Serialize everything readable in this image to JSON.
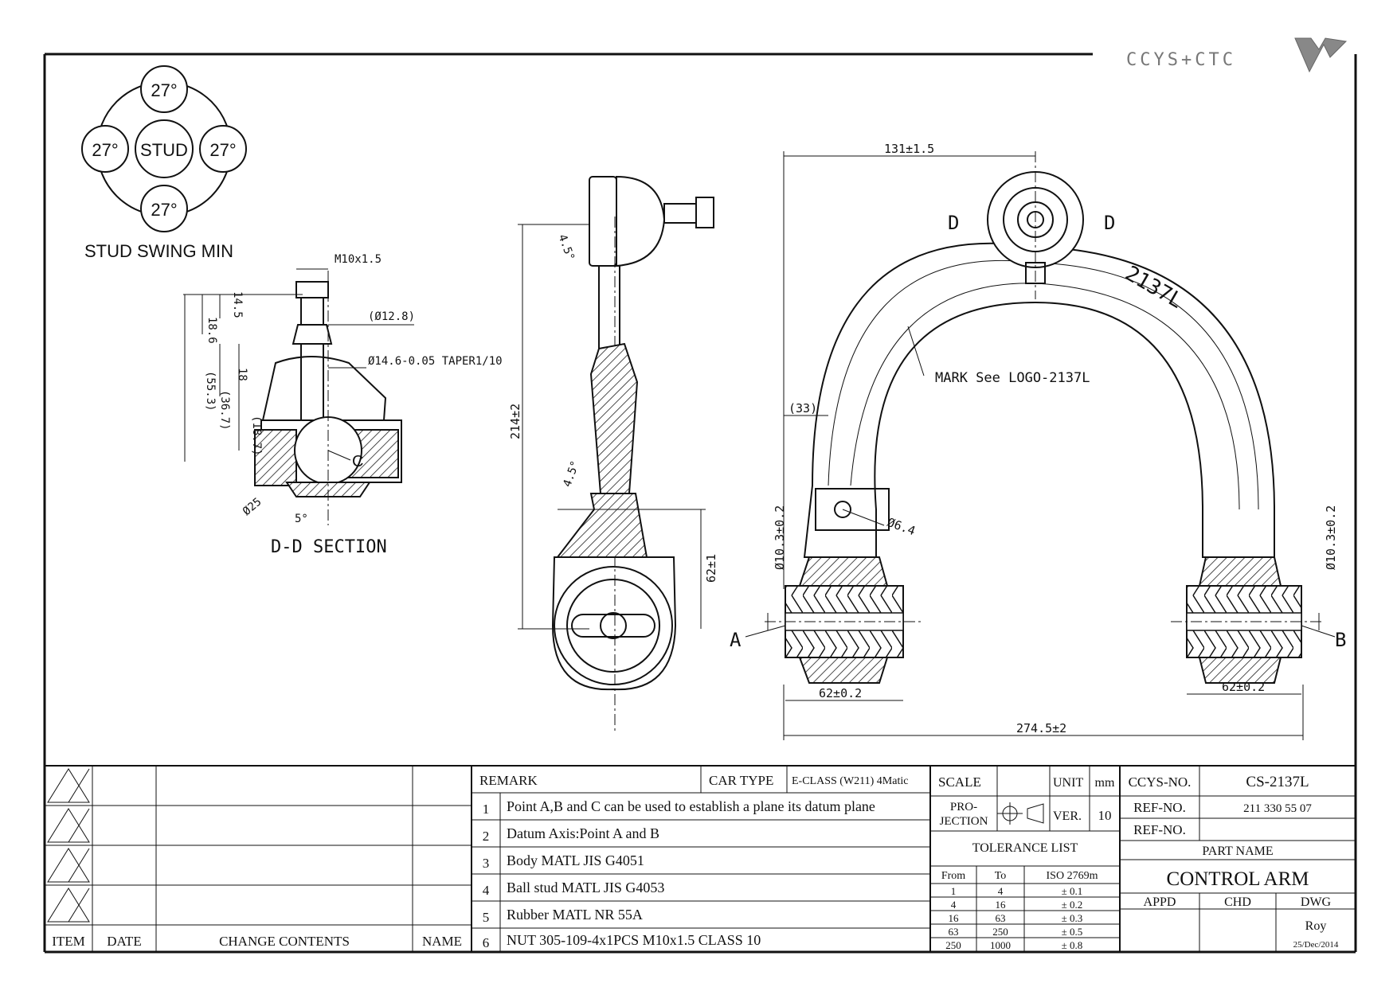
{
  "header": {
    "brand": "CCYS+CTC"
  },
  "stud_swing": {
    "center": "STUD",
    "angles": [
      "27°",
      "27°",
      "27°",
      "27°"
    ],
    "caption": "STUD SWING MIN"
  },
  "section_view": {
    "thread": "M10x1.5",
    "dims": [
      "14.5",
      "18.6",
      "(55.3)",
      "18",
      "(36.7)",
      "(18.7)",
      "(Ø12.8)",
      "Ø14.6-0.05 TAPER1/10",
      "Ø25",
      "5°"
    ],
    "point": "C",
    "caption": "D-D SECTION"
  },
  "side_view": {
    "dims": [
      "4.5°",
      "214±2",
      "4.5°",
      "62±1"
    ]
  },
  "front_view": {
    "dims": [
      "131±1.5",
      "(33)",
      "Ø6.4",
      "Ø10.3±0.2",
      "Ø10.3±0.2",
      "62±0.2",
      "62±0.2",
      "274.5±2"
    ],
    "part_mark": "2137L",
    "mark_note": "MARK See LOGO-2137L",
    "section_marks": [
      "D",
      "D"
    ],
    "points": [
      "A",
      "B"
    ]
  },
  "revision_block": {
    "headers": [
      "ITEM",
      "DATE",
      "CHANGE CONTENTS",
      "NAME"
    ]
  },
  "remarks": {
    "title": "REMARK",
    "car_type_label": "CAR TYPE",
    "car_type_value": "E-CLASS (W211) 4Matic",
    "items": [
      {
        "no": "1",
        "text": "Point A,B and C can be used to establish a plane its datum plane"
      },
      {
        "no": "2",
        "text": "Datum Axis:Point A and B"
      },
      {
        "no": "3",
        "text": "Body MATL JIS G4051"
      },
      {
        "no": "4",
        "text": "Ball stud MATL JIS G4053"
      },
      {
        "no": "5",
        "text": "Rubber MATL NR 55A"
      },
      {
        "no": "6",
        "text": "NUT 305-109-4x1PCS M10x1.5 CLASS 10"
      }
    ]
  },
  "spec": {
    "scale_label": "SCALE",
    "scale_value": "",
    "unit_label": "UNIT",
    "unit_value": "mm",
    "projection_label_1": "PRO-",
    "projection_label_2": "JECTION",
    "ver_label": "VER.",
    "ver_value": "10"
  },
  "tolerance": {
    "title": "TOLERANCE LIST",
    "headers": [
      "From",
      "To",
      "ISO 2769m"
    ],
    "rows": [
      [
        "1",
        "4",
        "± 0.1"
      ],
      [
        "4",
        "16",
        "± 0.2"
      ],
      [
        "16",
        "63",
        "± 0.3"
      ],
      [
        "63",
        "250",
        "± 0.5"
      ],
      [
        "250",
        "1000",
        "± 0.8"
      ]
    ]
  },
  "title_block": {
    "ccys_no_label": "CCYS-NO.",
    "ccys_no": "CS-2137L",
    "ref_no_label": "REF-NO.",
    "ref_no_1": "211 330 55 07",
    "ref_no_2": "",
    "part_name_label": "PART NAME",
    "part_name": "CONTROL ARM",
    "appd_label": "APPD",
    "chd_label": "CHD",
    "dwg_label": "DWG",
    "drawn_by": "Roy",
    "date": "25/Dec/2014"
  }
}
